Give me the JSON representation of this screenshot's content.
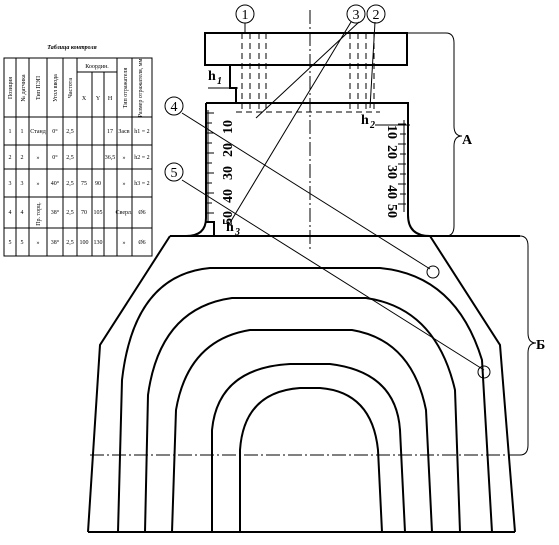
{
  "table": {
    "title": "Таблица контроля",
    "headers": {
      "pos": "Позиция",
      "sensor_no": "№ датчика",
      "ecp_type": "Тип ПЭП",
      "angle": "Угол ввода",
      "freq": "Частота",
      "coord": "Координ.",
      "x": "X",
      "y": "Y",
      "h": "H",
      "reflector_type": "Тип отражателя",
      "reflector_size": "Размер отражателя, мм"
    },
    "rows": [
      {
        "pos": "1",
        "sensor": "1",
        "type": "Станд",
        "angle": "0°",
        "freq": "2,5",
        "x": "",
        "y": "",
        "h": "17",
        "refl": "Засв",
        "size": "h1 = 2"
      },
      {
        "pos": "2",
        "sensor": "2",
        "type": "»",
        "angle": "0°",
        "freq": "2,5",
        "x": "",
        "y": "",
        "h": "36,5",
        "refl": "»",
        "size": "h2 = 2"
      },
      {
        "pos": "3",
        "sensor": "3",
        "type": "»",
        "angle": "40°",
        "freq": "2,5",
        "x": "75",
        "y": "90",
        "h": "",
        "refl": "»",
        "size": "h3 = 2"
      },
      {
        "pos": "4",
        "sensor": "4",
        "type": "Пр. торц.",
        "angle": "38°",
        "freq": "2,5",
        "x": "70",
        "y": "105",
        "h": "",
        "refl": "Сверл.",
        "size": "Ø6"
      },
      {
        "pos": "5",
        "sensor": "5",
        "type": "»",
        "angle": "38°",
        "freq": "2,5",
        "x": "100",
        "y": "130",
        "h": "",
        "refl": "»",
        "size": "Ø6"
      }
    ]
  },
  "callouts": [
    "1",
    "2",
    "3",
    "4",
    "5"
  ],
  "zone_labels": {
    "a": "А",
    "b": "Б"
  },
  "dims": {
    "h1": "h",
    "h1_sub": "1",
    "h2": "h",
    "h2_sub": "2",
    "h3": "h",
    "h3_sub": "3"
  },
  "scale_left": [
    "10",
    "20",
    "30",
    "40",
    "50"
  ],
  "scale_right": [
    "10",
    "20",
    "30",
    "40",
    "50"
  ]
}
